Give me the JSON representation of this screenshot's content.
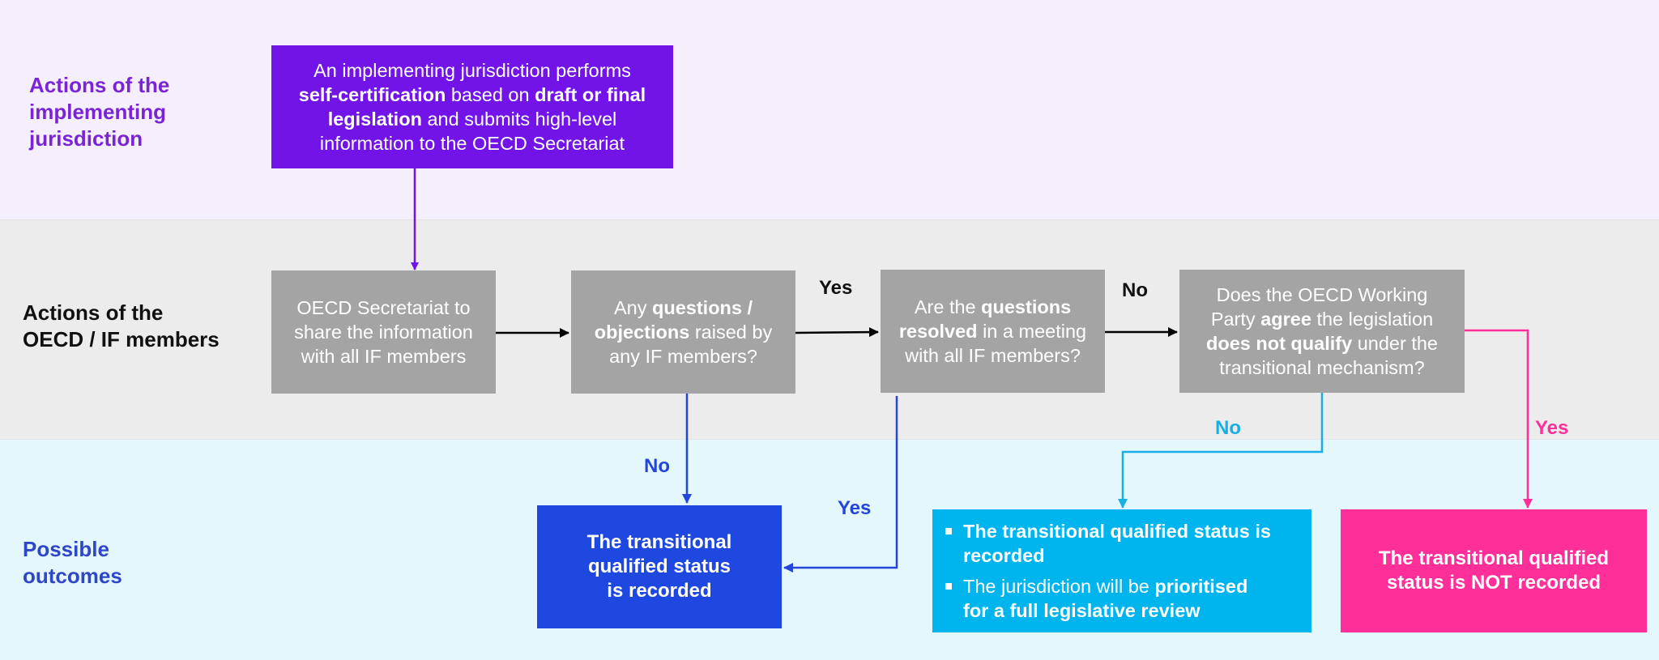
{
  "lanes": {
    "implementing": [
      "Actions of the",
      "implementing",
      "jurisdiction"
    ],
    "oecd": [
      "Actions of the",
      "OECD / IF members"
    ],
    "outcomes": [
      "Possible",
      "outcomes"
    ]
  },
  "boxes": {
    "self_cert": {
      "l1": "An implementing jurisdiction performs",
      "l2a": "self-certification",
      "l2b": " based on ",
      "l2c": "draft or final",
      "l3a": "legislation",
      "l3b": " and submits high-level",
      "l4": "information to the OECD Secretariat"
    },
    "share": {
      "l1": "OECD Secretariat to",
      "l2": "share the information",
      "l3": "with all IF members"
    },
    "questions": {
      "l1a": "Any ",
      "l1b": "questions /",
      "l2a": "objections",
      "l2b": " raised by",
      "l3": "any IF members?"
    },
    "resolved": {
      "l1a": "Are the ",
      "l1b": "questions",
      "l2a": "resolved",
      "l2b": " in a meeting",
      "l3": "with all IF members?"
    },
    "agree": {
      "l1": "Does the OECD Working",
      "l2a": "Party ",
      "l2b": "agree",
      "l2c": " the legislation",
      "l3a": "does not qualify",
      "l3b": " under the",
      "l4": "transitional mechanism?"
    },
    "recorded_blue": {
      "l1": "The transitional",
      "l2": "qualified status",
      "l3": "is recorded"
    },
    "recorded_cyan": {
      "b1a": "The transitional qualified status is",
      "b1b": "recorded",
      "b2a": "The jurisdiction will be ",
      "b2b": "prioritised",
      "b2c": "for a full legislative review"
    },
    "not_recorded": {
      "l1": "The transitional qualified",
      "l2": "status is NOT recorded"
    }
  },
  "edge_labels": {
    "yes_1": "Yes",
    "no_1": "No",
    "no_2": "No",
    "yes_2": "Yes",
    "no_3": "No",
    "yes_3": "Yes"
  },
  "colors": {
    "purple": "#7213e8",
    "blue": "#1f48e0",
    "cyan": "#00b4ee",
    "pink": "#ff2f99",
    "grey": "#a4a4a4"
  }
}
